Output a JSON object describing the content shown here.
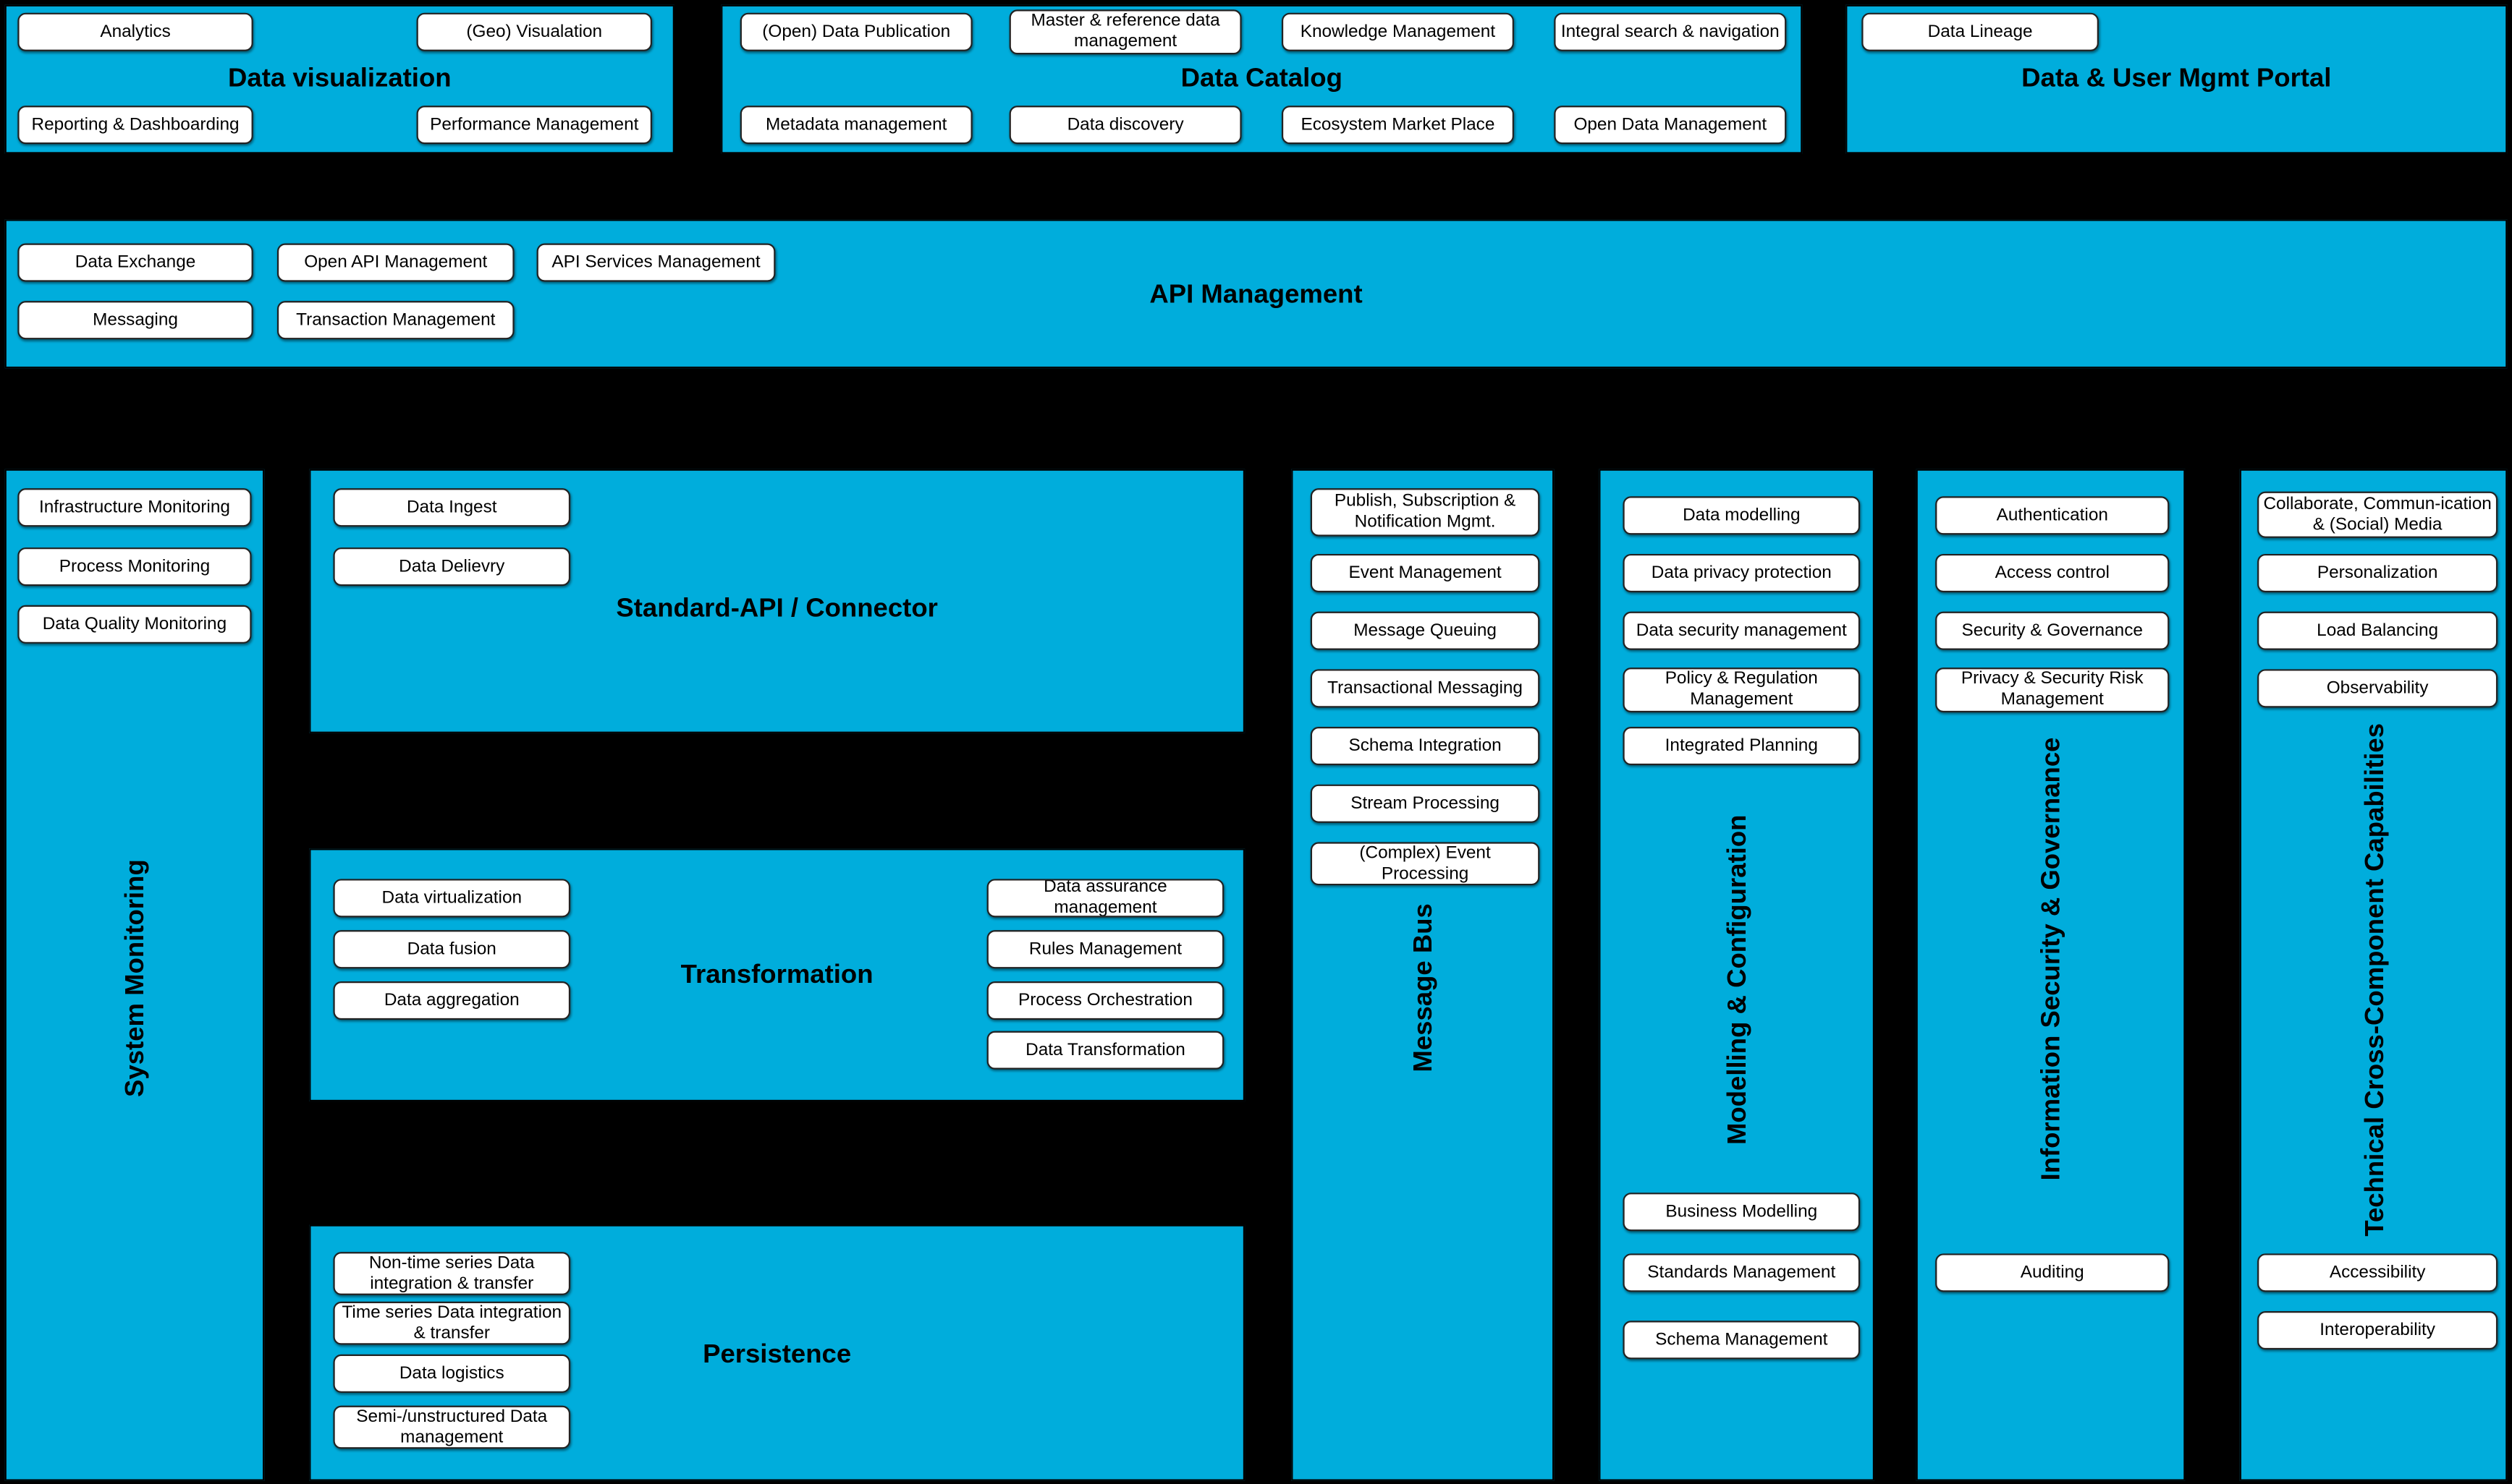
{
  "colors": {
    "background": "#000000",
    "panel": "#00ADDC",
    "box_bg": "#FFFFFF",
    "box_border": "#000000",
    "text": "#000000"
  },
  "panels": {
    "data_visualization": {
      "title": "Data visualization",
      "items": {
        "analytics": "Analytics",
        "geo_visualation": "(Geo) Visualation",
        "reporting_dashboarding": "Reporting & Dashboarding",
        "performance_management": "Performance Management"
      }
    },
    "data_catalog": {
      "title": "Data Catalog",
      "items": {
        "open_data_publication": "(Open) Data Publication",
        "master_reference_data": "Master & reference data management",
        "knowledge_management": "Knowledge Management",
        "integral_search_navigation": "Integral search & navigation",
        "metadata_management": "Metadata management",
        "data_discovery": "Data discovery",
        "ecosystem_market_place": "Ecosystem Market Place",
        "open_data_management": "Open Data Management"
      }
    },
    "data_user_mgmt_portal": {
      "title": "Data & User Mgmt Portal",
      "items": {
        "data_lineage": "Data Lineage"
      }
    },
    "api_management": {
      "title": "API Management",
      "items": {
        "data_exchange": "Data Exchange",
        "open_api_management": "Open API Management",
        "api_services_management": "API Services Management",
        "messaging": "Messaging",
        "transaction_management": "Transaction Management"
      }
    },
    "system_monitoring": {
      "title": "System Monitoring",
      "items": {
        "infrastructure_monitoring": "Infrastructure Monitoring",
        "process_monitoring": "Process Monitoring",
        "data_quality_monitoring": "Data Quality Monitoring"
      }
    },
    "standard_api_connector": {
      "title": "Standard-API / Connector",
      "items": {
        "data_ingest": "Data Ingest",
        "data_delievry": "Data Delievry"
      }
    },
    "transformation": {
      "title": "Transformation",
      "items_left": {
        "data_virtualization": "Data virtualization",
        "data_fusion": "Data fusion",
        "data_aggregation": "Data aggregation"
      },
      "items_right": {
        "data_assurance_management": "Data assurance management",
        "rules_management": "Rules Management",
        "process_orchestration": "Process Orchestration",
        "data_transformation": "Data Transformation"
      }
    },
    "persistence": {
      "title": "Persistence",
      "items": {
        "non_time_series": "Non-time series Data integration & transfer",
        "time_series": "Time series Data integration & transfer",
        "data_logistics": "Data logistics",
        "semi_unstructured": "Semi-/unstructured Data management"
      }
    },
    "message_bus": {
      "title": "Message Bus",
      "items": {
        "publish_subscription": "Publish, Subscription & Notification Mgmt.",
        "event_management": "Event Management",
        "message_queuing": "Message Queuing",
        "transactional_messaging": "Transactional Messaging",
        "schema_integration": "Schema Integration",
        "stream_processing": "Stream Processing",
        "complex_event_processing": "(Complex) Event Processing"
      }
    },
    "modelling_configuration": {
      "title": "Modelling & Configuration",
      "items_top": {
        "data_modelling": "Data modelling",
        "data_privacy_protection": "Data privacy protection",
        "data_security_management": "Data security management",
        "policy_regulation_management": "Policy & Regulation Management",
        "integrated_planning": "Integrated Planning"
      },
      "items_bottom": {
        "business_modelling": "Business Modelling",
        "standards_management": "Standards Management",
        "schema_management": "Schema Management"
      }
    },
    "information_security_governance": {
      "title": "Information Security & Governance",
      "items_top": {
        "authentication": "Authentication",
        "access_control": "Access control",
        "security_governance": "Security & Governance",
        "privacy_security_risk": "Privacy & Security Risk Management"
      },
      "items_bottom": {
        "auditing": "Auditing"
      }
    },
    "technical_cross_component": {
      "title": "Technical Cross-Component Capabilities",
      "items_top": {
        "collaborate_communication": "Collaborate, Commun-ication & (Social) Media",
        "personalization": "Personalization",
        "load_balancing": "Load Balancing",
        "observability": "Observability"
      },
      "items_bottom": {
        "accessibility": "Accessibility",
        "interoperability": "Interoperability"
      }
    }
  }
}
